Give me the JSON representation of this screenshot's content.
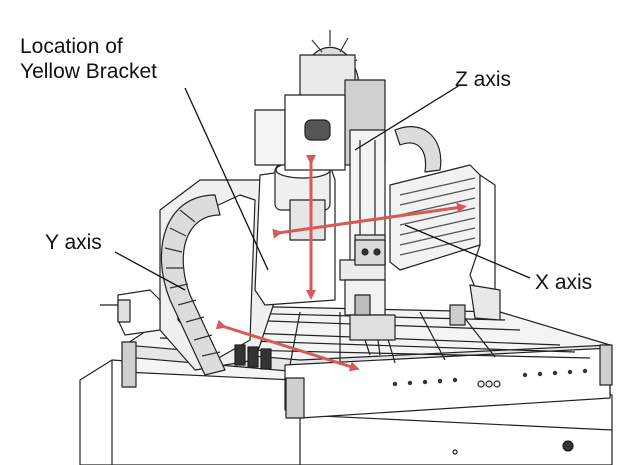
{
  "callouts": {
    "bracket": {
      "line1": "Location of",
      "line2": "Yellow Bracket"
    },
    "z_axis": "Z axis",
    "y_axis": "Y axis",
    "x_axis": "X axis"
  },
  "panel_marking": "OOO",
  "colors": {
    "arrow": "#d65a5a",
    "line": "#222222",
    "fill": "#ffffff",
    "shade": "#d8d8d8",
    "dark": "#333333"
  }
}
